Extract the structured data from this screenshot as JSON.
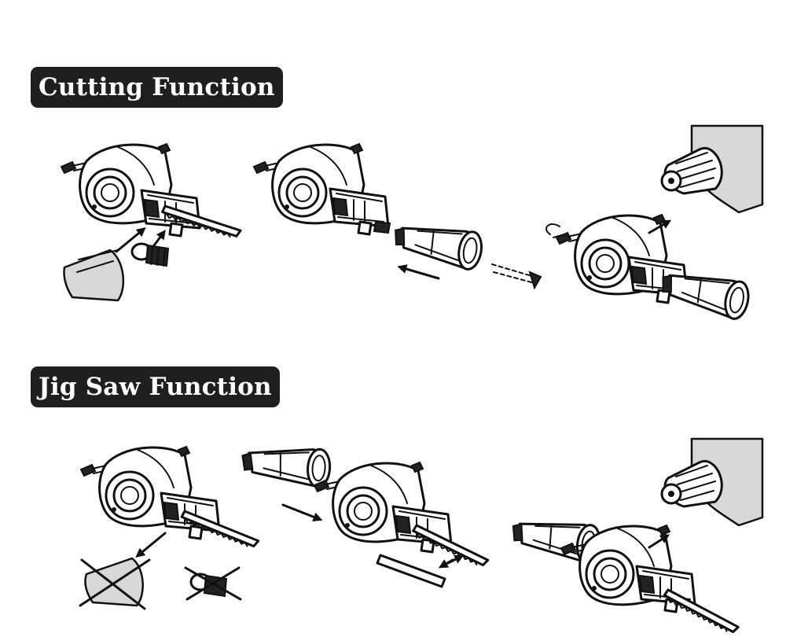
{
  "sections": [
    {
      "id": "cutting",
      "title": "Cutting Function"
    },
    {
      "id": "jigsaw",
      "title": "Jig Saw Function"
    }
  ],
  "icons": [
    "drill-attachment-icon",
    "saw-blade-icon",
    "handle-icon",
    "drill-chuck-icon",
    "arrow-icon",
    "guard-cover-icon",
    "blade-clamp-icon",
    "hex-key-icon"
  ],
  "colors": {
    "label_bg": "#1f1f1f",
    "label_text": "#ffffff",
    "line": "#111111"
  }
}
